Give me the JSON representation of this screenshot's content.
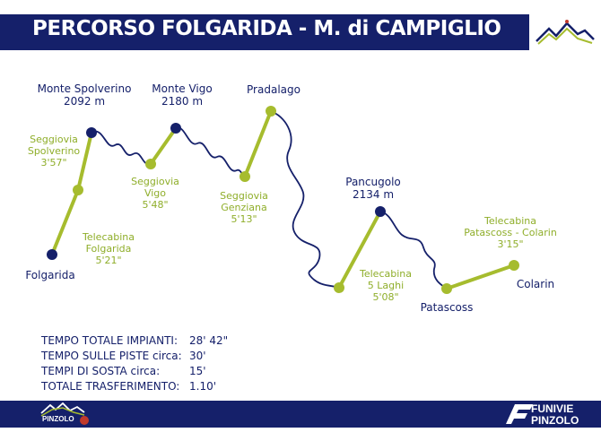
{
  "title": "PERCORSO FOLGARIDA - M. di CAMPIGLIO",
  "header_logo": {
    "icon": "mountains-logo-icon"
  },
  "colors": {
    "navy": "#15206a",
    "green": "#a6bc2e"
  },
  "points": [
    {
      "id": "folgarida",
      "name": "Folgarida"
    },
    {
      "id": "spolverino",
      "name": "Monte Spolverino",
      "alt": "2092 m"
    },
    {
      "id": "vigo",
      "name": "Monte Vigo",
      "alt": "2180 m"
    },
    {
      "id": "pradalago",
      "name": "Pradalago"
    },
    {
      "id": "pancugolo",
      "name": "Pancugolo",
      "alt": "2134 m"
    },
    {
      "id": "patascoss",
      "name": "Patascoss"
    },
    {
      "id": "colarin",
      "name": "Colarin"
    }
  ],
  "lifts": [
    {
      "id": "telecabina-folgarida",
      "line1": "Telecabina",
      "line2": "Folgarida",
      "time": "5'21\""
    },
    {
      "id": "seggiovia-spolverino",
      "line1": "Seggiovia",
      "line2": "Spolverino",
      "time": "3'57\""
    },
    {
      "id": "seggiovia-vigo",
      "line1": "Seggiovia",
      "line2": "Vigo",
      "time": "5'48\""
    },
    {
      "id": "seggiovia-genziana",
      "line1": "Seggiovia",
      "line2": "Genziana",
      "time": "5'13\""
    },
    {
      "id": "telecabina-5-laghi",
      "line1": "Telecabina",
      "line2": "5 Laghi",
      "time": "5'08\""
    },
    {
      "id": "telecabina-patascoss",
      "line1": "Telecabina",
      "line2": "Patascoss - Colarin",
      "time": "3'15\""
    }
  ],
  "stats": [
    {
      "label": "TEMPO TOTALE IMPIANTI:",
      "value": "28' 42\""
    },
    {
      "label": "TEMPO SULLE PISTE circa:",
      "value": "30'"
    },
    {
      "label": "TEMPI DI SOSTA circa:",
      "value": "15'"
    },
    {
      "label": "TOTALE TRASFERIMENTO:",
      "value": "1.10'"
    }
  ],
  "footer": {
    "left_logo": "PINZOLO",
    "right_brand_line1": "FUNIVIE",
    "right_brand_line2": "PINZOLO"
  }
}
